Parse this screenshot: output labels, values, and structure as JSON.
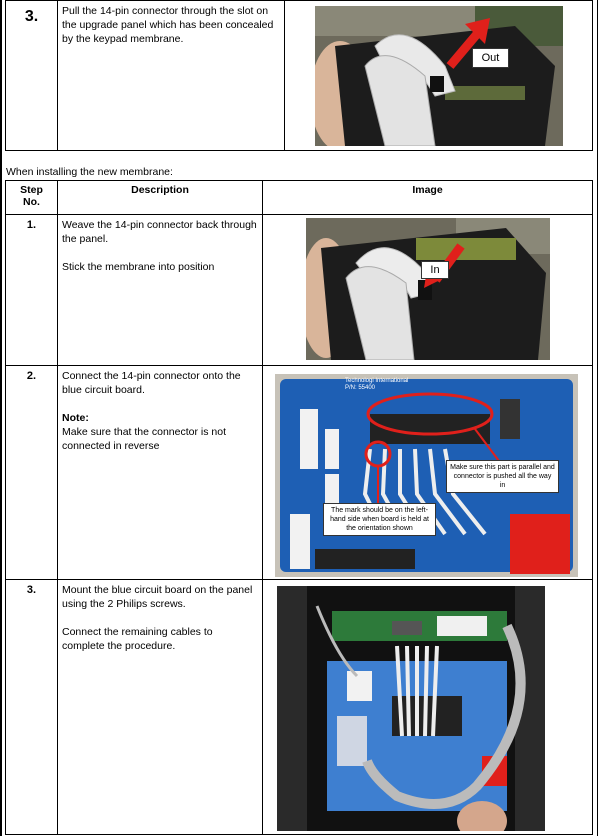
{
  "top_row": {
    "step": "3.",
    "description": "Pull the 14-pin connector through the slot on the upgrade panel which has been concealed by the keypad membrane.",
    "photo_label": "Out"
  },
  "intro": "When installing the new membrane:",
  "table": {
    "headers": {
      "step": "Step No.",
      "description": "Description",
      "image": "Image"
    },
    "rows": [
      {
        "step": "1.",
        "lines": [
          "Weave the 14-pin connector back through the panel.",
          "Stick the membrane into position"
        ],
        "photo_label": "In"
      },
      {
        "step": "2.",
        "lines": [
          "Connect the 14-pin connector onto the blue circuit board."
        ],
        "note_title": "Note:",
        "note": "Make sure that the connector is not connected in reverse",
        "callouts": [
          "Make sure this part is parallel and connector is pushed all the way in",
          "The mark should be on the left-hand side when board is held at the orientation shown"
        ],
        "board_text": [
          "Technologi International",
          "P/N: 55400"
        ]
      },
      {
        "step": "3.",
        "lines": [
          "Mount the blue circuit board on the panel using the 2 Philips screws.",
          "Connect the remaining cables to complete the procedure."
        ]
      }
    ]
  },
  "colors": {
    "board_blue": "#1e5fb4",
    "panel_black": "#1c1c1c",
    "arrow_red": "#e0201b"
  }
}
